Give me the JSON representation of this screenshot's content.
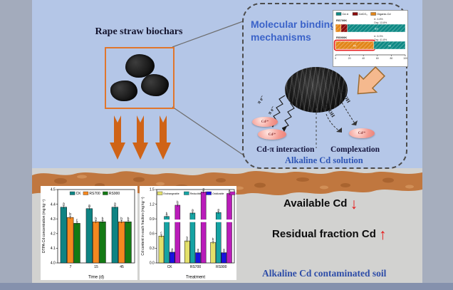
{
  "colors": {
    "page_bg": "#b4c6e7",
    "margin_gray": "#a3abbc",
    "soil_brown": "#c0773f",
    "soil_gray": "#d2d2d0",
    "accent_orange": "#d2691e",
    "mechanism_blue": "#3b63c9",
    "deep_blue": "#2e4da8",
    "red_arrow": "#e81414"
  },
  "header": {
    "title": "Rape straw biochars"
  },
  "mechanism_box": {
    "title": "Molecular binding mechanisms",
    "pi_label_1": "π e⁻",
    "pi_label_2": "π e⁻",
    "cooh_label": "-COOH",
    "coh_label": "C-OH",
    "cd_ion_1": "Cd²⁺",
    "cd_ion_2": "Cd²⁺",
    "cd_ion_3": "Cd²⁺",
    "interaction_label": "Cd-π interaction",
    "complexation_label": "Complexation",
    "solution_label": "Alkaline Cd solution"
  },
  "soil_section": {
    "available_label": "Available Cd",
    "available_arrow": "↓",
    "residual_label": "Residual fraction Cd",
    "residual_arrow": "↑",
    "caption": "Alkaline Cd  contaminated soil"
  },
  "chart_data": [
    {
      "id": "dtpa_chart",
      "type": "bar",
      "title": "",
      "xlabel": "Time (d)",
      "ylabel": "DTPA-Cd concentration (mg kg⁻¹)",
      "categories": [
        "7",
        "15",
        "45"
      ],
      "ylim": [
        4.0,
        4.5
      ],
      "yticks": [
        4.0,
        4.1,
        4.2,
        4.3,
        4.4,
        4.5
      ],
      "legend_position": "top",
      "grid": false,
      "series": [
        {
          "name": "CK",
          "color": "#0e8383",
          "values": [
            4.38,
            4.37,
            4.38
          ],
          "letters": [
            "a",
            "a",
            "a"
          ]
        },
        {
          "name": "RS700",
          "color": "#f5881f",
          "values": [
            4.31,
            4.28,
            4.28
          ],
          "letters": [
            "b",
            "b",
            "b"
          ]
        },
        {
          "name": "RS900",
          "color": "#147a14",
          "values": [
            4.27,
            4.28,
            4.28
          ],
          "letters": [
            "c",
            "b",
            "b"
          ]
        }
      ]
    },
    {
      "id": "fraction_chart",
      "type": "bar",
      "title": "",
      "xlabel": "Treatment",
      "ylabel": "Cd content in each fraction (mg kg⁻¹)",
      "categories": [
        "CK",
        "RS700",
        "RS900"
      ],
      "ylim": [
        0,
        1.5
      ],
      "yticks": [
        0.0,
        0.3,
        0.6,
        0.9,
        1.2,
        1.5
      ],
      "axis_break_at": 0.86,
      "legend_position": "top",
      "grid": false,
      "series": [
        {
          "name": "Exchangeable",
          "color": "#e3e06a",
          "values": [
            0.55,
            0.45,
            0.42
          ],
          "letters": [
            "c",
            "b",
            "b"
          ]
        },
        {
          "name": "Reducible",
          "color": "#15a3a3",
          "values": [
            0.95,
            1.02,
            1.03
          ],
          "letters": [
            "b",
            "a",
            "a"
          ]
        },
        {
          "name": "Oxidizable",
          "color": "#1a12e0",
          "values": [
            0.22,
            0.21,
            0.21
          ],
          "letters": [
            "a",
            "a",
            "a"
          ]
        },
        {
          "name": "Residual",
          "color": "#ba1cba",
          "values": [
            1.18,
            1.45,
            1.42
          ],
          "letters": [
            "b",
            "a",
            "a"
          ]
        }
      ]
    },
    {
      "id": "binding_inset",
      "type": "stacked-bar-h",
      "xticks": [
        0,
        20,
        40,
        60,
        80,
        100
      ],
      "legend": [
        {
          "label": "Cd-π",
          "color": "#0f8a85"
        },
        {
          "label": "CdCO₃",
          "color": "#8b0a0a"
        },
        {
          "label": "Organic-Cd",
          "color": "#e2861a"
        }
      ],
      "rows": [
        {
          "label": "RS700K",
          "note_lines": [
            "π: 4.8%",
            "Org: 13.8%"
          ],
          "highlight_segment": -1,
          "segments": [
            {
              "color": "#e2861a",
              "value": 8
            },
            {
              "color": "#8b0a0a",
              "value": 9
            },
            {
              "color": "#0f8a85",
              "value": 83
            }
          ]
        },
        {
          "label": "RS900K",
          "note_lines": [
            "π: 6.3%",
            "Org: 41.8%"
          ],
          "highlight_segment": 0,
          "segments": [
            {
              "color": "#e2861a",
              "value": 55
            },
            {
              "color": "#0f8a85",
              "value": 45
            }
          ]
        }
      ]
    }
  ]
}
